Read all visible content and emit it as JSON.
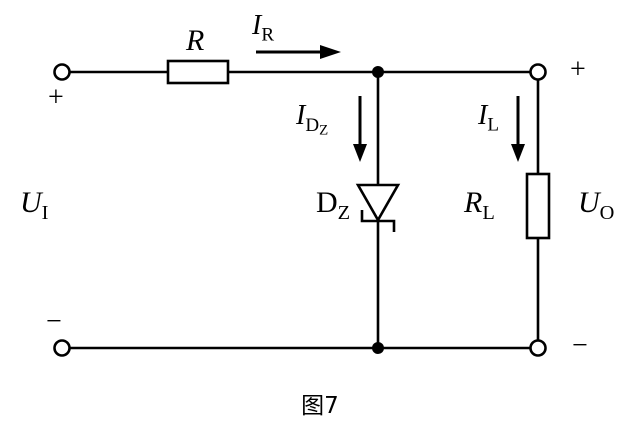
{
  "diagram": {
    "type": "circuit-schematic",
    "description_labels": {
      "series_resistor": "R",
      "current_through_r": "I_R",
      "current_through_zener": "I_DZ",
      "zener_diode": "D_Z",
      "load_resistor": "R_L",
      "current_through_load": "I_L",
      "input_voltage": "U_I",
      "output_voltage": "U_O"
    }
  },
  "labels": {
    "r": "R",
    "ir_main": "I",
    "ir_sub": "R",
    "idz_main": "I",
    "idz_sub_d": "D",
    "idz_sub_z": "Z",
    "dz_main": "D",
    "dz_sub": "Z",
    "il_main": "I",
    "il_sub": "L",
    "rl_main": "R",
    "rl_sub": "L",
    "ui_main": "U",
    "ui_sub": "I",
    "uo_main": "U",
    "uo_sub": "O",
    "plus_left": "+",
    "minus_left": "−",
    "plus_right": "+",
    "minus_right": "−",
    "caption": "图7"
  },
  "colors": {
    "line": "#000000",
    "background": "#ffffff"
  }
}
